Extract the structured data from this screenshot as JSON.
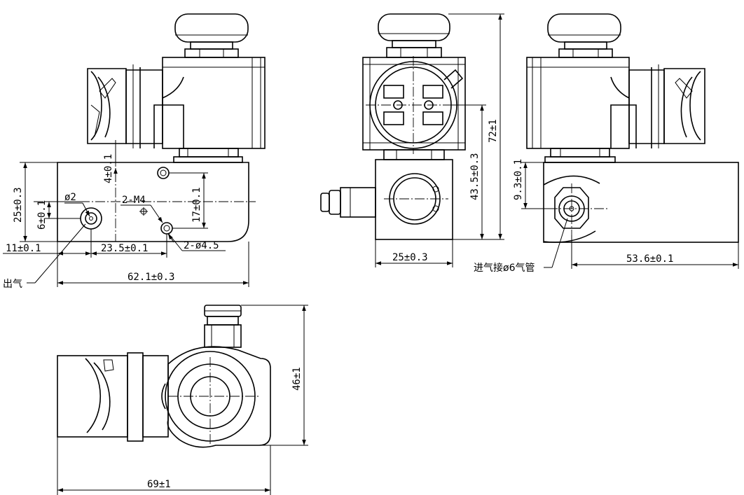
{
  "dimensions": {
    "d_4": "4±0.1",
    "d_25": "25±0.3",
    "d_6": "6±0.1",
    "d_phi2": "ø2",
    "d_2m4": "2-M4",
    "d_17": "17±0.1",
    "d_11": "11±0.1",
    "d_23_5": "23.5±0.1",
    "d_2phi4_5": "2-ø4.5",
    "d_62_1": "62.1±0.3",
    "d_43_5": "43.5±0.3",
    "d_72": "72±1",
    "d_25b": "25±0.3",
    "d_9_3": "9.3±0.1",
    "d_53_6": "53.6±0.1",
    "d_46": "46±1",
    "d_69": "69±1"
  },
  "callouts": {
    "outlet": "出气",
    "inlet": "进气接ø6气管"
  }
}
